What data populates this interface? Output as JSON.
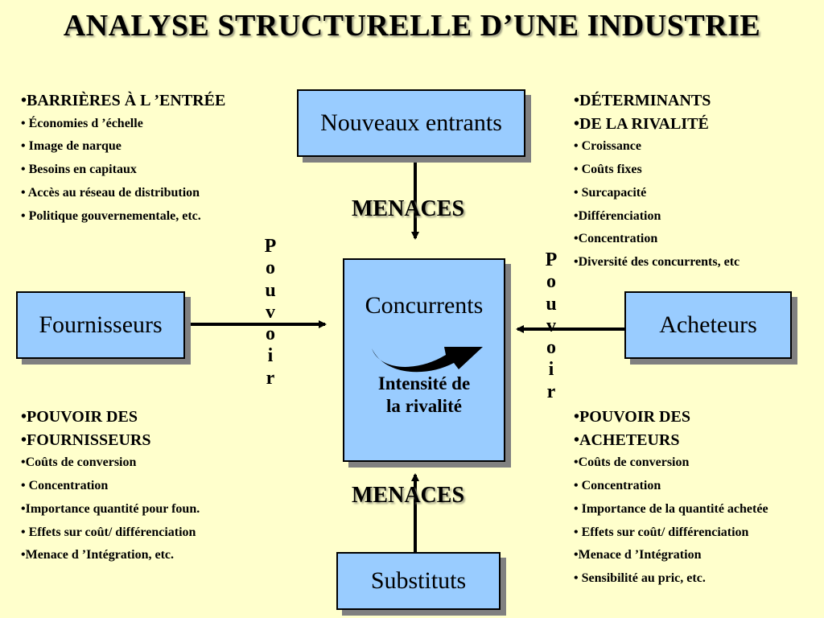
{
  "title": "ANALYSE STRUCTURELLE D’UNE INDUSTRIE",
  "boxes": {
    "new_entrants": "Nouveaux entrants",
    "competitors": "Concurrents",
    "rivalry_line1": "Intensité de",
    "rivalry_line2": "la rivalité",
    "suppliers": "Fournisseurs",
    "buyers": "Acheteurs",
    "substitutes": "Substituts"
  },
  "menaces_top": "MENACES",
  "menaces_bottom": "MENACES",
  "pouvoir_left": [
    "P",
    "o",
    "u",
    "v",
    "o",
    "i",
    "r"
  ],
  "pouvoir_right": [
    "P",
    "o",
    "u",
    "v",
    "o",
    "i",
    "r"
  ],
  "barriers": [
    "•BARRIÈRES À L ’ENTRÉE",
    "• Économies  d ’échelle",
    "• Image de narque",
    "• Besoins en capitaux",
    "• Accès au réseau de distribution",
    "• Politique gouvernementale, etc."
  ],
  "rivalry": [
    "•DÉTERMINANTS",
    "•DE LA RIVALITÉ",
    "• Croissance",
    "• Coûts fixes",
    "• Surcapacité",
    "•Différenciation",
    "•Concentration",
    "•Diversité des concurrents, etc"
  ],
  "suppliers_power": [
    "•POUVOIR DES",
    "•FOURNISSEURS",
    "•Coûts de conversion",
    "• Concentration",
    "•Importance quantité pour foun.",
    "• Effets sur coût/ différenciation",
    "•Menace d ’Intégration, etc."
  ],
  "buyers_power": [
    "•POUVOIR DES",
    "•ACHETEURS",
    "•Coûts de conversion",
    "• Concentration",
    "• Importance de la quantité achetée",
    "• Effets sur coût/ différenciation",
    "•Menace d ’Intégration",
    "• Sensibilité au pric, etc."
  ]
}
